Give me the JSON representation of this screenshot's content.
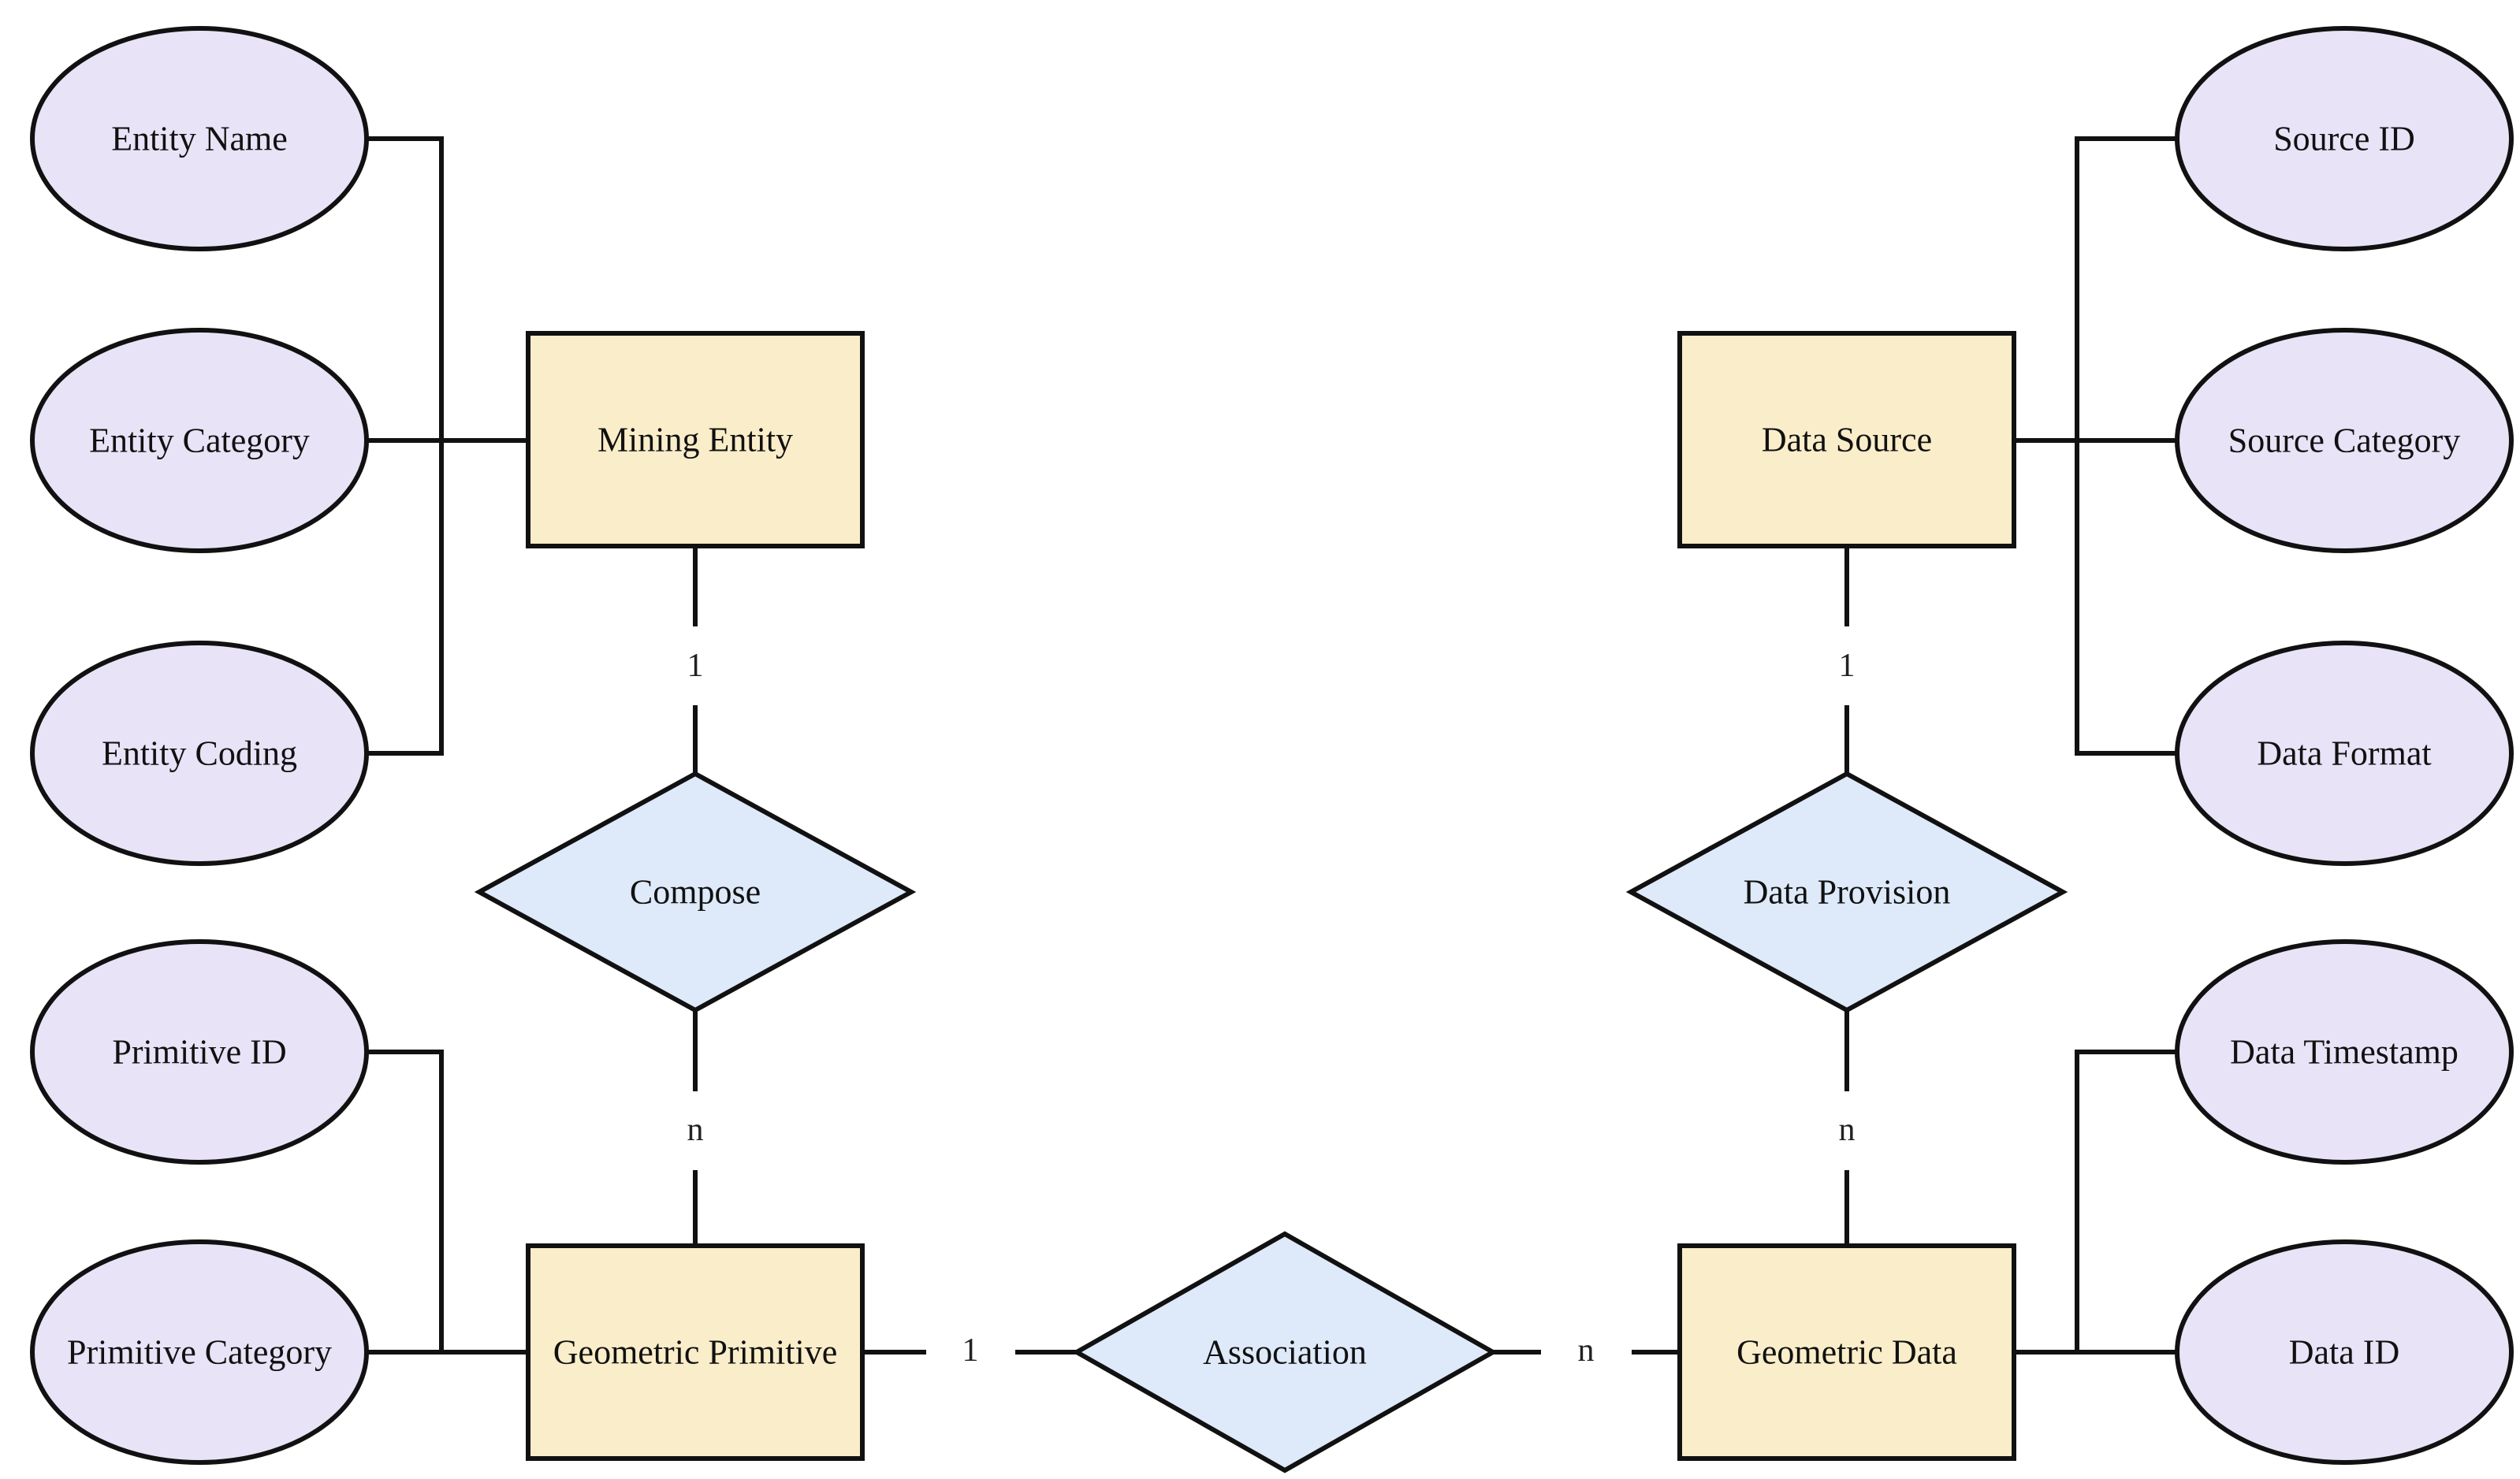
{
  "palette": {
    "attribute_fill": "#e8e3f7",
    "entity_fill": "#faedc9",
    "relationship_fill": "#dee9fa",
    "stroke": "#111111",
    "text": "#111111",
    "cardinality_text": "#222222",
    "background": "#ffffff"
  },
  "er": {
    "attributes": {
      "entity_name": {
        "label": "Entity Name",
        "of": "Mining Entity"
      },
      "entity_category": {
        "label": "Entity Category",
        "of": "Mining Entity"
      },
      "entity_coding": {
        "label": "Entity Coding",
        "of": "Mining Entity"
      },
      "primitive_id": {
        "label": "Primitive ID",
        "of": "Geometric Primitive"
      },
      "primitive_category": {
        "label": "Primitive Category",
        "of": "Geometric Primitive"
      },
      "source_id": {
        "label": "Source ID",
        "of": "Data Source"
      },
      "source_category": {
        "label": "Source Category",
        "of": "Data Source"
      },
      "data_format": {
        "label": "Data Format",
        "of": "Data Source"
      },
      "data_timestamp": {
        "label": "Data Timestamp",
        "of": "Geometric Data"
      },
      "data_id": {
        "label": "Data ID",
        "of": "Geometric Data"
      }
    },
    "entities": {
      "mining_entity": {
        "label": "Mining Entity"
      },
      "geometric_primitive": {
        "label": "Geometric Primitive"
      },
      "data_source": {
        "label": "Data Source"
      },
      "geometric_data": {
        "label": "Geometric Data"
      }
    },
    "relationships": {
      "compose": {
        "label": "Compose",
        "card_top": "1",
        "card_bottom": "n",
        "between": [
          "Mining Entity",
          "Geometric Primitive"
        ]
      },
      "association": {
        "label": "Association",
        "card_left": "1",
        "card_right": "n",
        "between": [
          "Geometric Primitive",
          "Geometric Data"
        ]
      },
      "data_provision": {
        "label": "Data Provision",
        "card_top": "1",
        "card_bottom": "n",
        "between": [
          "Data Source",
          "Geometric Data"
        ]
      }
    }
  }
}
